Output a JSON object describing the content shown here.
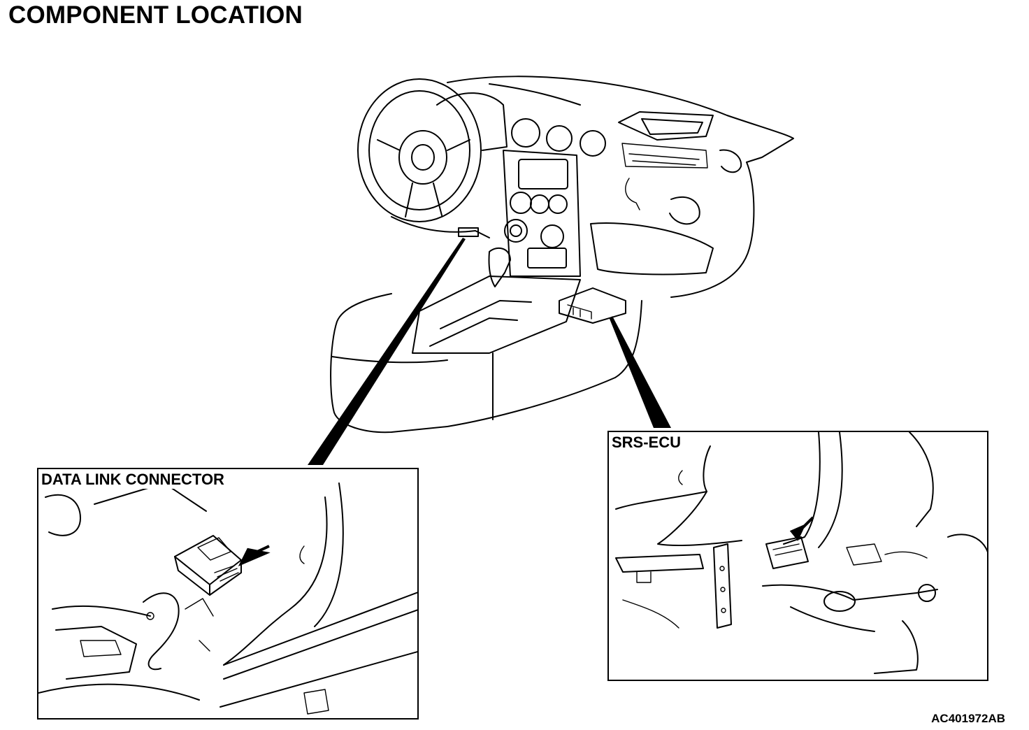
{
  "title": "COMPONENT LOCATION",
  "callouts": {
    "data_link_connector": "DATA LINK CONNECTOR",
    "srs_ecu": "SRS-ECU"
  },
  "figure_code": "AC401972AB",
  "icons": [
    "dashboard-illustration",
    "steering-wheel-icon",
    "leader-arrow-icon",
    "pointer-arrow-icon"
  ]
}
